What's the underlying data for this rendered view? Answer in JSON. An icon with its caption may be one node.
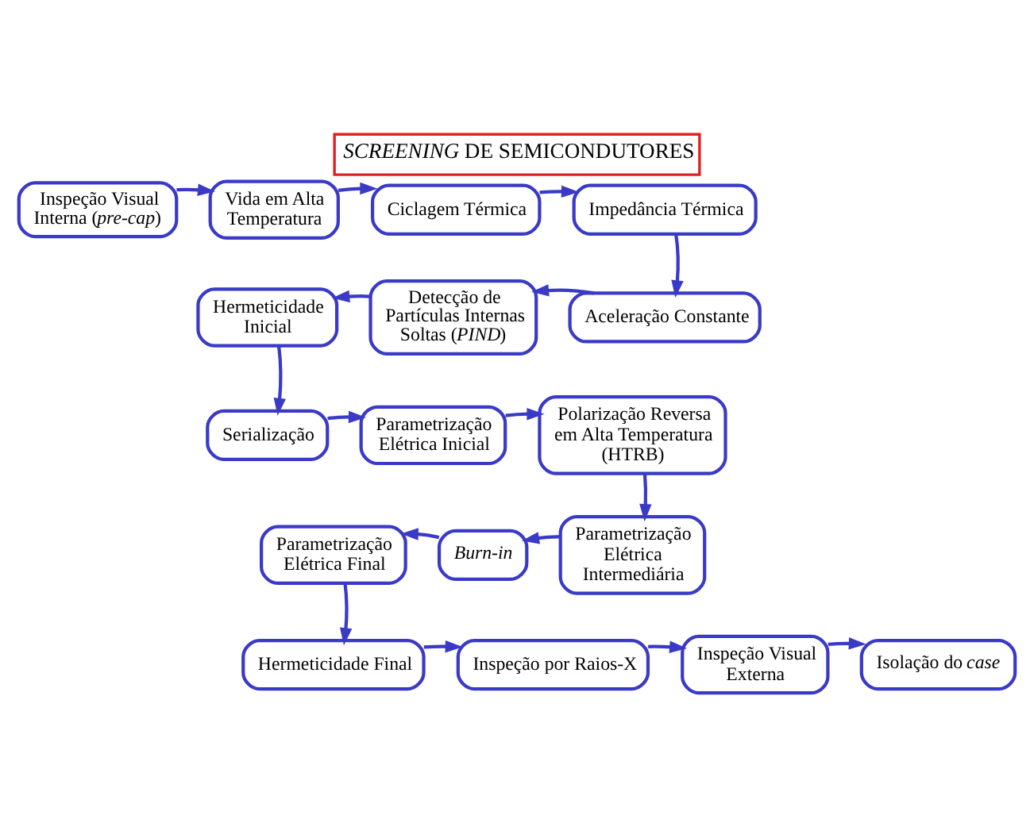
{
  "diagram": {
    "title": "*SCREENING* DE SEMICONDUTORES",
    "nodes": [
      {
        "text": [
          "Inspeção Visual Interna (*pre-cap*)"
        ]
      },
      {
        "text": [
          "Vida em Alta Temperatura"
        ]
      },
      {
        "text": [
          "Ciclagem Térmica"
        ]
      },
      {
        "text": [
          "Impedância Térmica"
        ]
      },
      {
        "text": [
          "Aceleração Constante"
        ]
      },
      {
        "text": [
          "Detecção de Partículas Internas Soltas (*PIND*)"
        ]
      },
      {
        "text": [
          "Hermeticidade Inicial"
        ]
      },
      {
        "text": [
          "Serialização"
        ]
      },
      {
        "text": [
          "Parametrização Elétrica Inicial"
        ]
      },
      {
        "text": [
          "Polarização Reversa em Alta Temperatura (HTRB)"
        ]
      },
      {
        "text": [
          "Parametrização Elétrica Intermediária"
        ]
      },
      {
        "text": [
          "*Burn-in*"
        ]
      },
      {
        "text": [
          "Parametrização Elétrica Final"
        ]
      },
      {
        "text": [
          "Hermeticidade Final"
        ]
      },
      {
        "text": [
          "Inspeção por Raios-X"
        ]
      },
      {
        "text": [
          "Inspeção Visual Externa"
        ]
      },
      {
        "text": [
          "Isolação do *case*"
        ]
      }
    ],
    "edges": [
      {
        "from": 0,
        "to": 1,
        "arrow": "to"
      },
      {
        "from": 1,
        "to": 2,
        "arrow": "to"
      },
      {
        "from": 2,
        "to": 3,
        "arrow": "to"
      },
      {
        "from": 3,
        "to": 4,
        "arrow": "to"
      },
      {
        "from": 4,
        "to": 5,
        "arrow": "to"
      },
      {
        "from": 5,
        "to": 6,
        "arrow": "to"
      },
      {
        "from": 6,
        "to": 7,
        "arrow": "to"
      },
      {
        "from": 7,
        "to": 8,
        "arrow": "to"
      },
      {
        "from": 8,
        "to": 9,
        "arrow": "to"
      },
      {
        "from": 9,
        "to": 10,
        "arrow": "to"
      },
      {
        "from": 10,
        "to": 11,
        "arrow": "to"
      },
      {
        "from": 11,
        "to": 12,
        "arrow": "to"
      },
      {
        "from": 12,
        "to": 13,
        "arrow": "to"
      },
      {
        "from": 13,
        "to": 14,
        "arrow": "to"
      },
      {
        "from": 14,
        "to": 15,
        "arrow": "to"
      },
      {
        "from": 15,
        "to": 16,
        "arrow": "to"
      }
    ]
  }
}
